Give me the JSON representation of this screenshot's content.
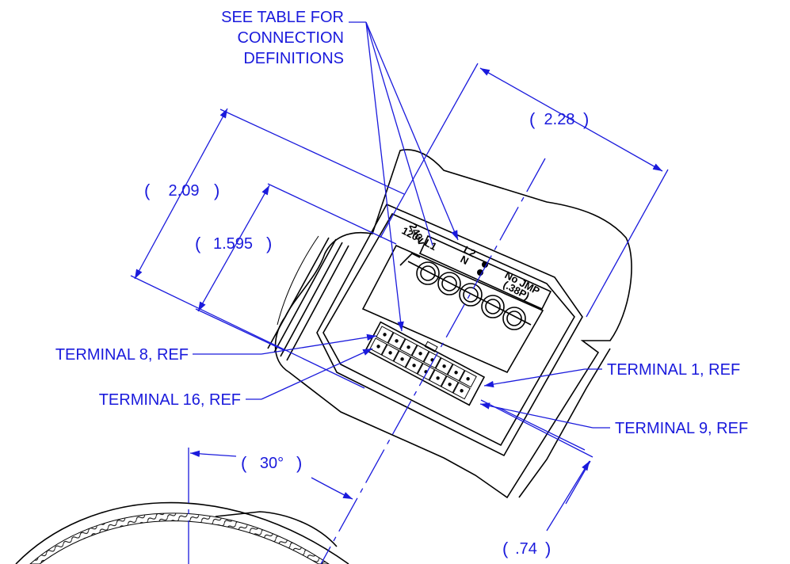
{
  "callouts": {
    "see_table_line1": "SEE TABLE FOR",
    "see_table_line2": "CONNECTION",
    "see_table_line3": "DEFINITIONS",
    "terminal_8": "TERMINAL 8, REF",
    "terminal_16": "TERMINAL 16, REF",
    "terminal_1": "TERMINAL 1, REF",
    "terminal_9": "TERMINAL 9, REF"
  },
  "dimensions": {
    "width": "2.28",
    "height_outer": "2.09",
    "height_inner": "1.595",
    "angle": "30°",
    "offset": ".74",
    "paren_open": "(",
    "paren_close": ")"
  },
  "part_markings": {
    "volt_240": "240v",
    "volt_120_l1": "120v L1",
    "l2": "L2",
    "n": "N",
    "no_jmp": "No JMP",
    "l38p1": "(.38P)"
  },
  "colors": {
    "annotation": "#1a1adc",
    "part_outline": "#000000"
  }
}
